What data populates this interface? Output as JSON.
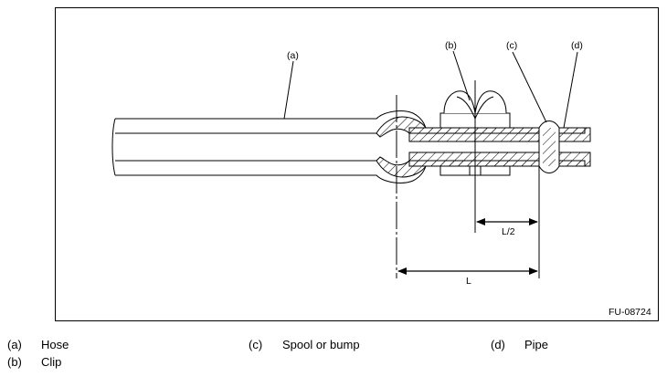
{
  "diagram": {
    "callouts": {
      "a": "(a)",
      "b": "(b)",
      "c": "(c)",
      "d": "(d)"
    },
    "dimensions": {
      "half_length": "L/2",
      "length": "L"
    },
    "figure_code": "FU-08724"
  },
  "legend": [
    {
      "key": "(a)",
      "text": "Hose"
    },
    {
      "key": "(b)",
      "text": "Clip"
    },
    {
      "key": "(c)",
      "text": "Spool or bump"
    },
    {
      "key": "(d)",
      "text": "Pipe"
    }
  ],
  "colors": {
    "line": "#000000",
    "background": "#ffffff"
  }
}
